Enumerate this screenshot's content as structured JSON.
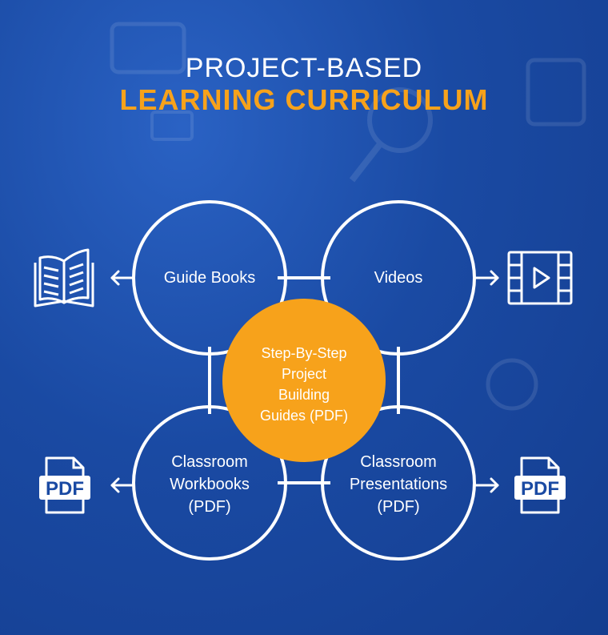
{
  "title": {
    "line1": "PROJECT-BASED",
    "line2": "LEARNING CURRICULUM"
  },
  "nodes": {
    "guide_books": "Guide Books",
    "videos": "Videos",
    "center": [
      "Step-By-Step",
      "Project",
      "Building",
      "Guides (PDF)"
    ],
    "workbooks": [
      "Classroom",
      "Workbooks",
      "(PDF)"
    ],
    "presentations": [
      "Classroom",
      "Presentations",
      "(PDF)"
    ]
  },
  "icons": {
    "left_top": "open-book-icon",
    "right_top": "video-film-icon",
    "left_bottom": "pdf-file-icon",
    "right_bottom": "pdf-file-icon",
    "pdf_label": "PDF"
  },
  "colors": {
    "accent": "#f7a21b",
    "line": "#ffffff",
    "background": "#1a4aa3"
  }
}
